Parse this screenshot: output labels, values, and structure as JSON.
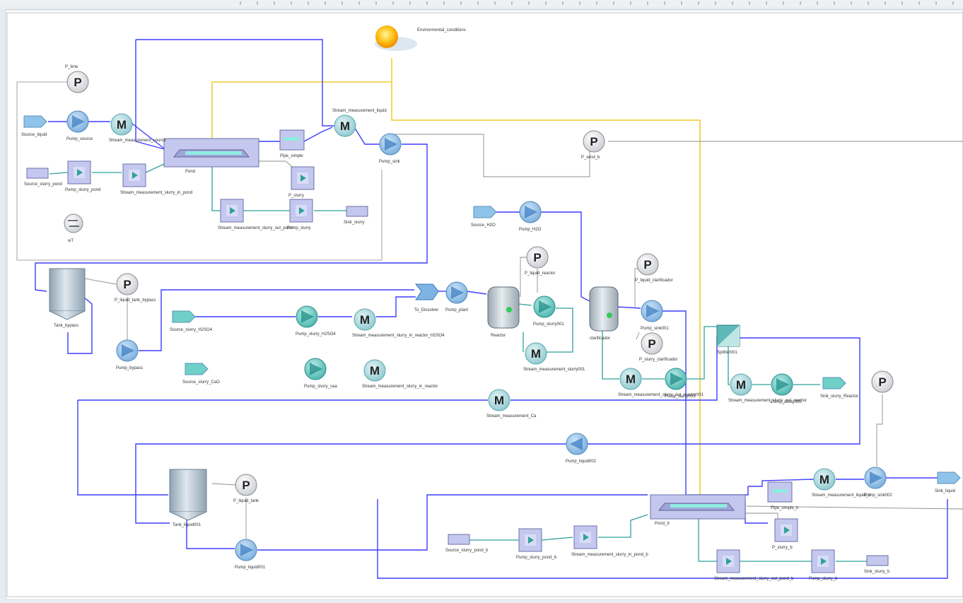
{
  "colors": {
    "liquid_line": "#3d3dff",
    "signal_line": "#f3cc2d",
    "slurry_line": "#2ea09a",
    "gray_line": "#8e8e8e",
    "pump_fill": "#78aede",
    "tank_fill": "#a8bccb",
    "block_fill": "#c4c8ee",
    "canvas": "#ffffff"
  },
  "env": {
    "label": "Environmental_conditions",
    "icon": "sun-cloud-icon"
  },
  "gauges": [
    {
      "id": "g-lime",
      "glyph": "P",
      "label": "P_lime"
    },
    {
      "id": "g-bypass",
      "glyph": "P",
      "label": "P_liquid_tank_bypass"
    },
    {
      "id": "g-reactor",
      "glyph": "P",
      "label": "P_liquid_reactor"
    },
    {
      "id": "g-clarificador",
      "glyph": "P",
      "label": "P_liquid_clarificador"
    },
    {
      "id": "g-slurry-clar",
      "glyph": "P",
      "label": "P_slurry_clarificador"
    },
    {
      "id": "g-tank",
      "glyph": "P",
      "label": "P_liquid_tank"
    },
    {
      "id": "g-wind",
      "glyph": "P",
      "label": "P_wind_b"
    },
    {
      "id": "g-right",
      "glyph": "P",
      "label": ""
    },
    {
      "id": "g-meas-source",
      "glyph": "M",
      "label": "Stream_measurement_source"
    },
    {
      "id": "g-meas-liquid",
      "glyph": "M",
      "label": "Stream_measurement_liquid"
    },
    {
      "id": "g-meas-h2so4",
      "glyph": "M",
      "label": "Stream_measurement_slurry_in_reactor_H2SO4"
    },
    {
      "id": "g-meas-in-reactor",
      "glyph": "M",
      "label": "Stream_measurement_slurry_in_reactor"
    },
    {
      "id": "g-meas-slurry001",
      "glyph": "M",
      "label": "Stream_measurement_slurry001"
    },
    {
      "id": "g-meas-out-reactor",
      "glyph": "M",
      "label": "Stream_measurement_slurry_out_reactor001"
    },
    {
      "id": "g-meas-out-reactor2",
      "glyph": "M",
      "label": "Stream_measurement_slurry_out_reactor"
    },
    {
      "id": "g-meas-ca",
      "glyph": "M",
      "label": "Stream_measurement_Ca"
    },
    {
      "id": "g-meas-liquid-b",
      "glyph": "M",
      "label": "Stream_measurement_liquid_b"
    }
  ],
  "pumps": [
    {
      "id": "p-source",
      "label": "Pump_source",
      "dir": "right"
    },
    {
      "id": "p-sink",
      "label": "Pump_sink",
      "dir": "right"
    },
    {
      "id": "p-h2o",
      "label": "Pump_H2O",
      "dir": "right"
    },
    {
      "id": "p-bypass",
      "label": "Pump_bypass",
      "dir": "right"
    },
    {
      "id": "p-h2so4",
      "label": "Pump_slurry_H2SO4",
      "dir": "right"
    },
    {
      "id": "p-caa",
      "label": "Pump_slurry_caa",
      "dir": "right"
    },
    {
      "id": "p-plant",
      "label": "Pump_plant",
      "dir": "right"
    },
    {
      "id": "p-slurry001",
      "label": "Pump_slurry001",
      "dir": "right"
    },
    {
      "id": "p-sink001",
      "label": "Pump_sink001",
      "dir": "right"
    },
    {
      "id": "p-slurry003",
      "label": "Pump_slurry003",
      "dir": "right"
    },
    {
      "id": "p-slurry002",
      "label": "Pump_slurry002",
      "dir": "right"
    },
    {
      "id": "p-liquid002",
      "label": "Pump_liquid002",
      "dir": "left"
    },
    {
      "id": "p-liquid001",
      "label": "Pump_liquid001",
      "dir": "right"
    },
    {
      "id": "p-sink002",
      "label": "Pump_sink002",
      "dir": "right"
    }
  ],
  "slurry_blocks": [
    {
      "id": "b-src-slurry",
      "label": "Source_slurry_pond"
    },
    {
      "id": "b-pump-slurry-pond",
      "label": "Pump_slurry_pond"
    },
    {
      "id": "b-meas-slurry-in",
      "label": "Stream_measurement_slurry_in_pond"
    },
    {
      "id": "b-p-slurry",
      "label": "P_slurry"
    },
    {
      "id": "b-meas-slurry-out",
      "label": "Stream_measurement_slurry_out_pond"
    },
    {
      "id": "b-pump-slurry",
      "label": "Pump_slurry"
    },
    {
      "id": "b-sink-slurry",
      "label": "Sink_slurry"
    },
    {
      "id": "b-src-slurry-b",
      "label": "Source_slurry_pond_b"
    },
    {
      "id": "b-pump-slurry-pond-b",
      "label": "Pump_slurry_pond_b"
    },
    {
      "id": "b-meas-slurry-in-b",
      "label": "Stream_measurement_slurry_in_pond_b"
    },
    {
      "id": "b-p-slurry-b",
      "label": "P_slurry_b"
    },
    {
      "id": "b-meas-slurry-out-b",
      "label": "Stream_measurement_slurry_out_pond_b"
    },
    {
      "id": "b-pump-slurry-b",
      "label": "Pump_slurry_b"
    },
    {
      "id": "b-sink-slurry-b",
      "label": "Sink_slurry_b"
    }
  ],
  "sources": [
    {
      "id": "s-liquid",
      "label": "Source_liquid"
    },
    {
      "id": "s-h2o",
      "label": "Source_H2O"
    },
    {
      "id": "s-h2so4",
      "label": "Source_slurry_H2SO4"
    },
    {
      "id": "s-caa",
      "label": "Source_slurry_CaO"
    },
    {
      "id": "s-sink-reactor",
      "label": "Sink_slurry_Reactor"
    },
    {
      "id": "s-sink-liquid",
      "label": "Sink_liquid"
    }
  ],
  "units": {
    "pond": "Pond",
    "pond_b": "Pond_b",
    "pipe": "Pipe_simple",
    "pipe_b": "Pipe_simple_b",
    "tank_bypass": "Tank_bypass",
    "tank_liquid": "Tank_liquid001",
    "dissolver": "To_Dissolver",
    "reactor": "Reactor",
    "clarificador": "clarificador",
    "splitter": "Splitter001",
    "wt": "wT"
  }
}
